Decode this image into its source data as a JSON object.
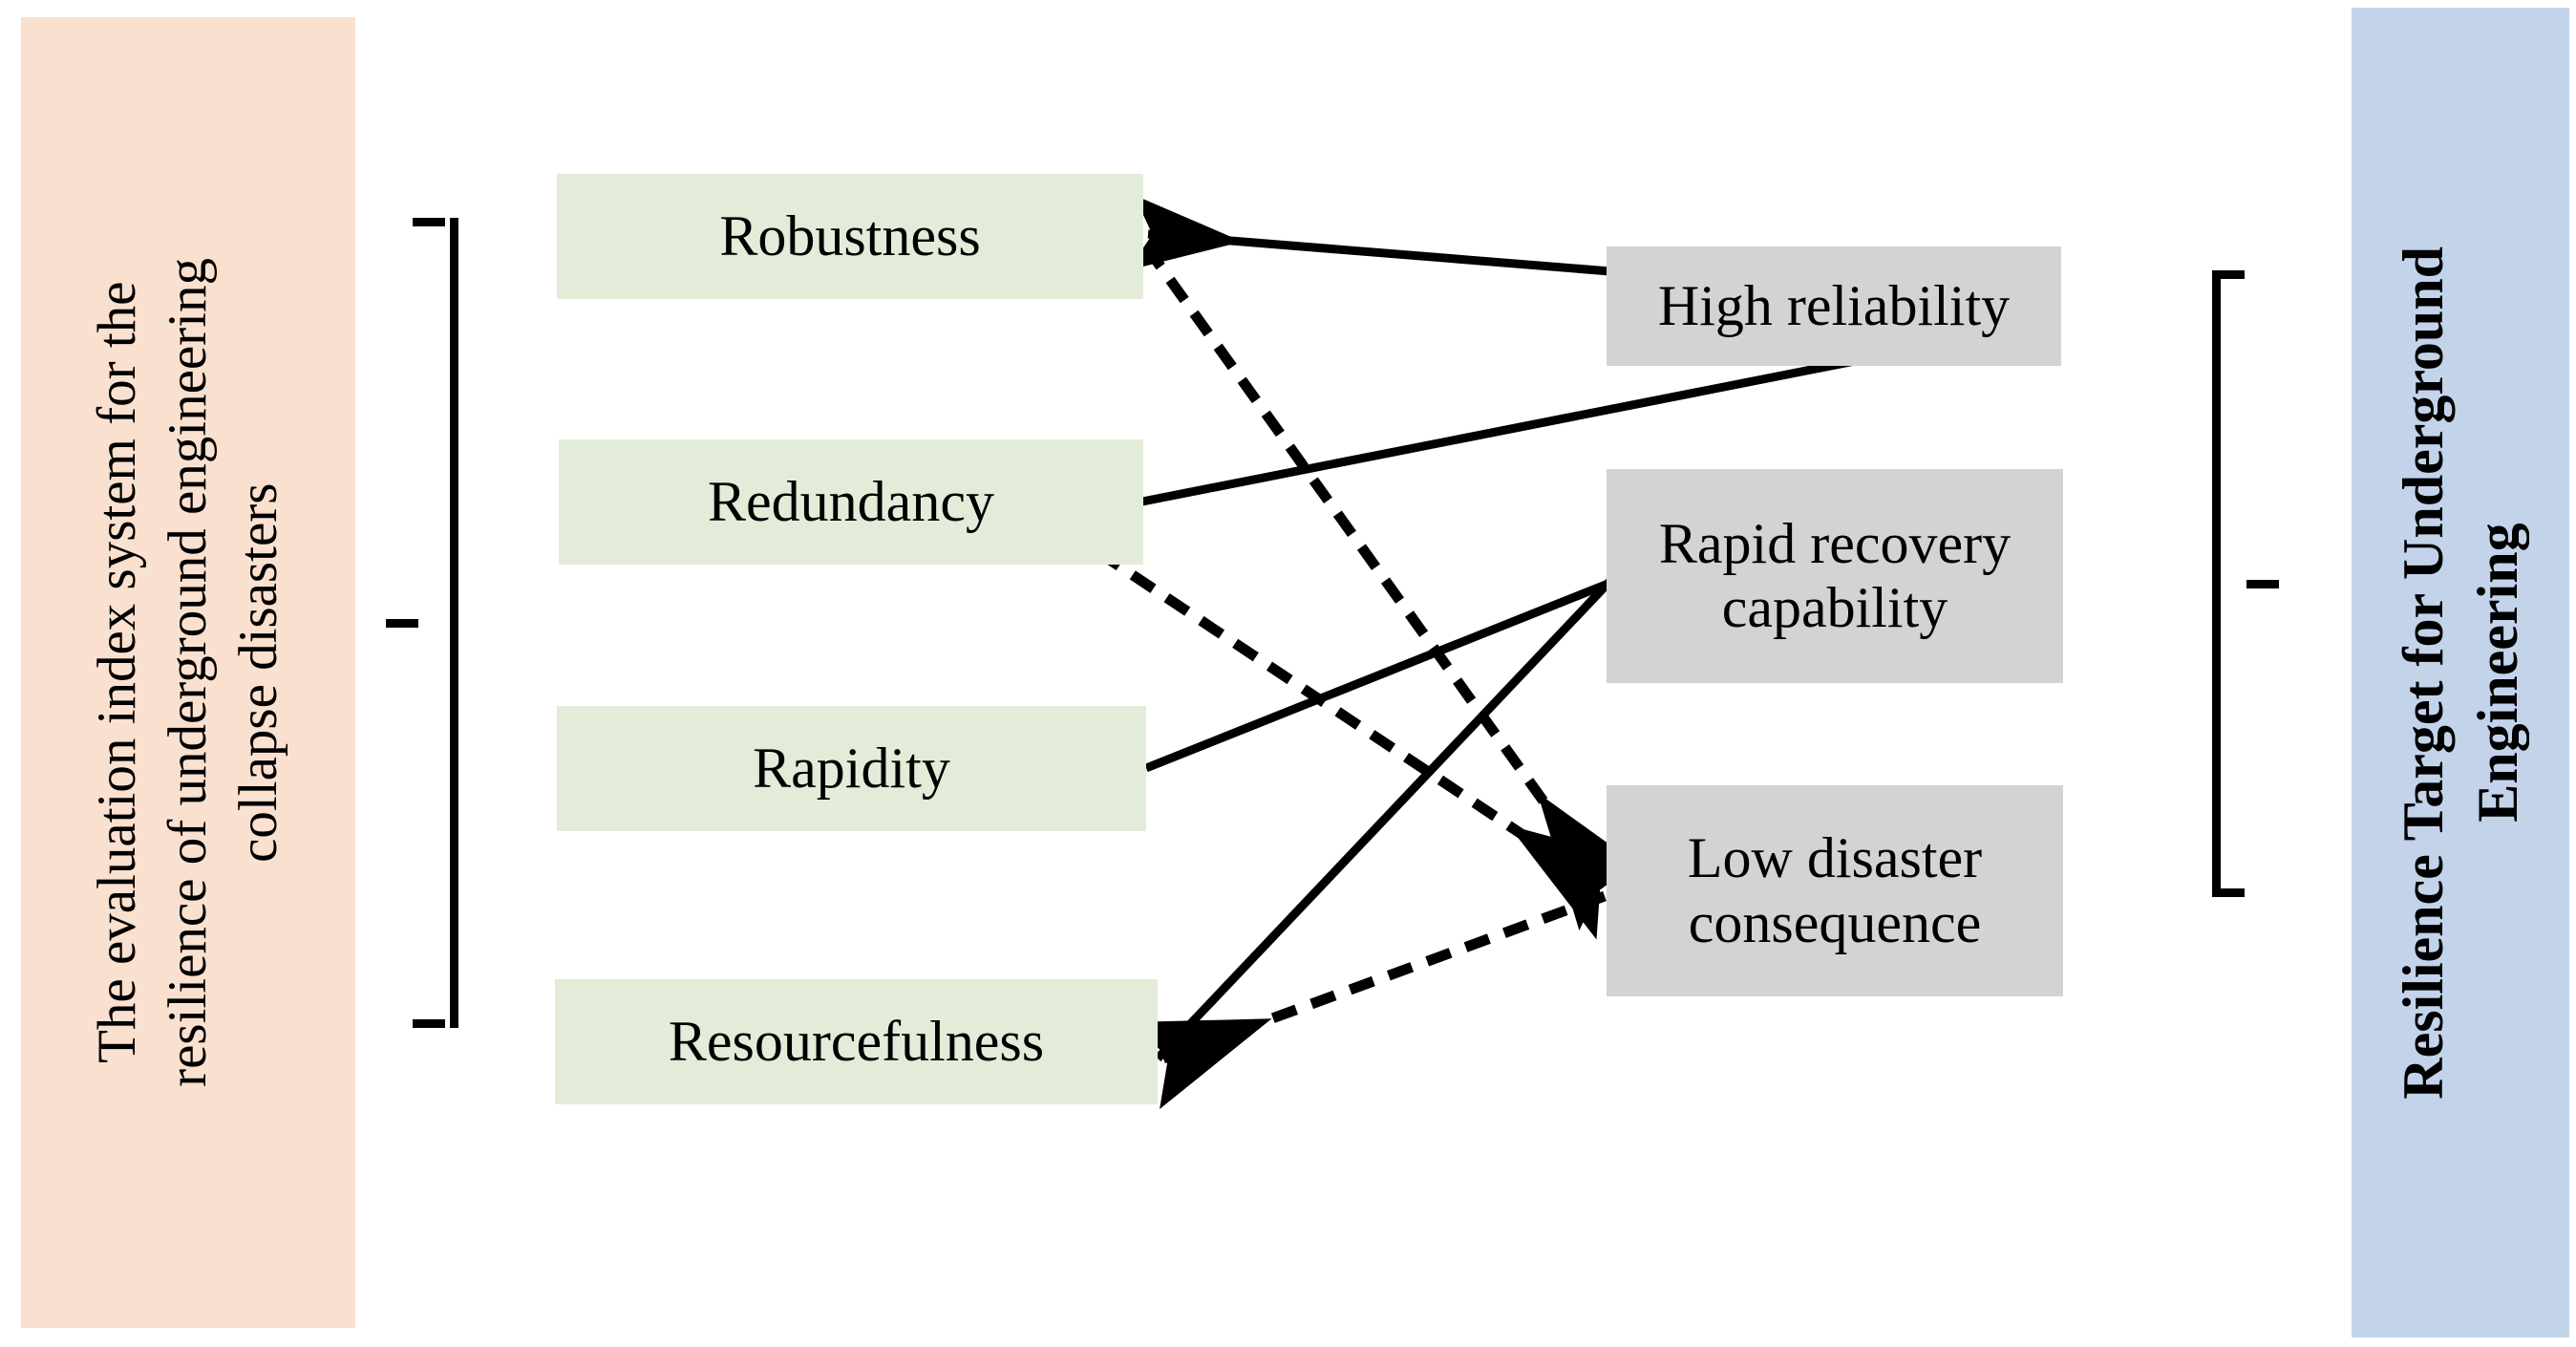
{
  "left_panel": {
    "label": "The evaluation index system for the\nresilience of underground engineering\ncollapse disasters",
    "color": "#fae0cf"
  },
  "right_panel": {
    "label": "Resilience Target for Underground\nEngineering",
    "color": "#c3d3ea"
  },
  "index_nodes": [
    {
      "id": "robustness",
      "label": "Robustness",
      "color": "#e3ecd8"
    },
    {
      "id": "redundancy",
      "label": "Redundancy",
      "color": "#e3ecd8"
    },
    {
      "id": "rapidity",
      "label": "Rapidity",
      "color": "#e3ecd8"
    },
    {
      "id": "resourcefulness",
      "label": "Resourcefulness",
      "color": "#e3ecd8"
    }
  ],
  "target_nodes": [
    {
      "id": "high-reliability",
      "label": "High reliability",
      "color": "#d4d2d2"
    },
    {
      "id": "rapid-recovery",
      "label": "Rapid recovery\ncapability",
      "color": "#d4d2d2"
    },
    {
      "id": "low-consequence",
      "label": "Low disaster\nconsequence",
      "color": "#d4d2d2"
    }
  ],
  "brackets": {
    "left_name": "index-system-bracket",
    "right_name": "resilience-target-bracket",
    "color": "#000000"
  },
  "connections": [
    {
      "from": "robustness",
      "to": "high-reliability",
      "style": "solid"
    },
    {
      "from": "robustness",
      "to": "low-consequence",
      "style": "dashed"
    },
    {
      "from": "redundancy",
      "to": "high-reliability",
      "style": "solid"
    },
    {
      "from": "redundancy",
      "to": "low-consequence",
      "style": "dashed"
    },
    {
      "from": "rapidity",
      "to": "rapid-recovery",
      "style": "solid"
    },
    {
      "from": "resourcefulness",
      "to": "rapid-recovery",
      "style": "solid"
    },
    {
      "from": "resourcefulness",
      "to": "low-consequence",
      "style": "dashed"
    }
  ],
  "line_color": "#000000"
}
